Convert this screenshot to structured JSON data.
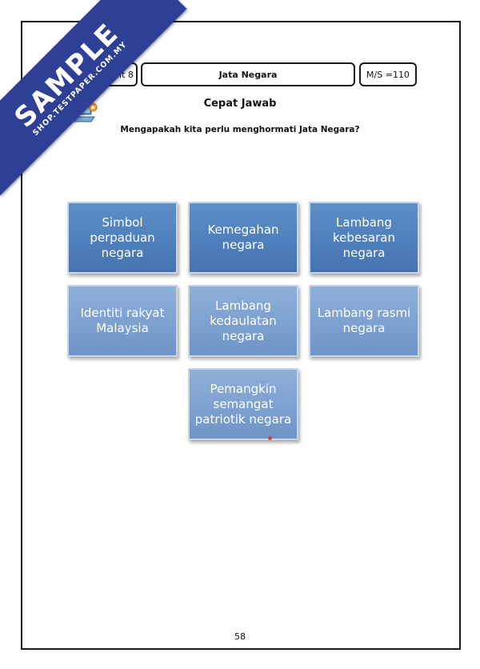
{
  "header": {
    "unit_label": "Unit 8",
    "title": "Jata Negara",
    "page_ref": "M/S =110"
  },
  "section_title": "Cepat Jawab",
  "question": "Mengapakah kita perlu menghormati Jata Negara?",
  "answers": [
    "Simbol perpaduan negara",
    "Kemegahan negara",
    "Lambang kebesaran negara",
    "Identiti rakyat Malaysia",
    "Lambang kedaulatan negara",
    "Lambang rasmi negara",
    "Pemangkin semangat patriotik negara"
  ],
  "page_number": "58",
  "watermark": {
    "word": "SAMPLE",
    "url": "SHOP.TESTPAPER.COM.MY"
  },
  "colors": {
    "card_blue": "#4f7fbc",
    "card_light_blue": "#7b9fcf",
    "ribbon": "#2e3f96"
  }
}
